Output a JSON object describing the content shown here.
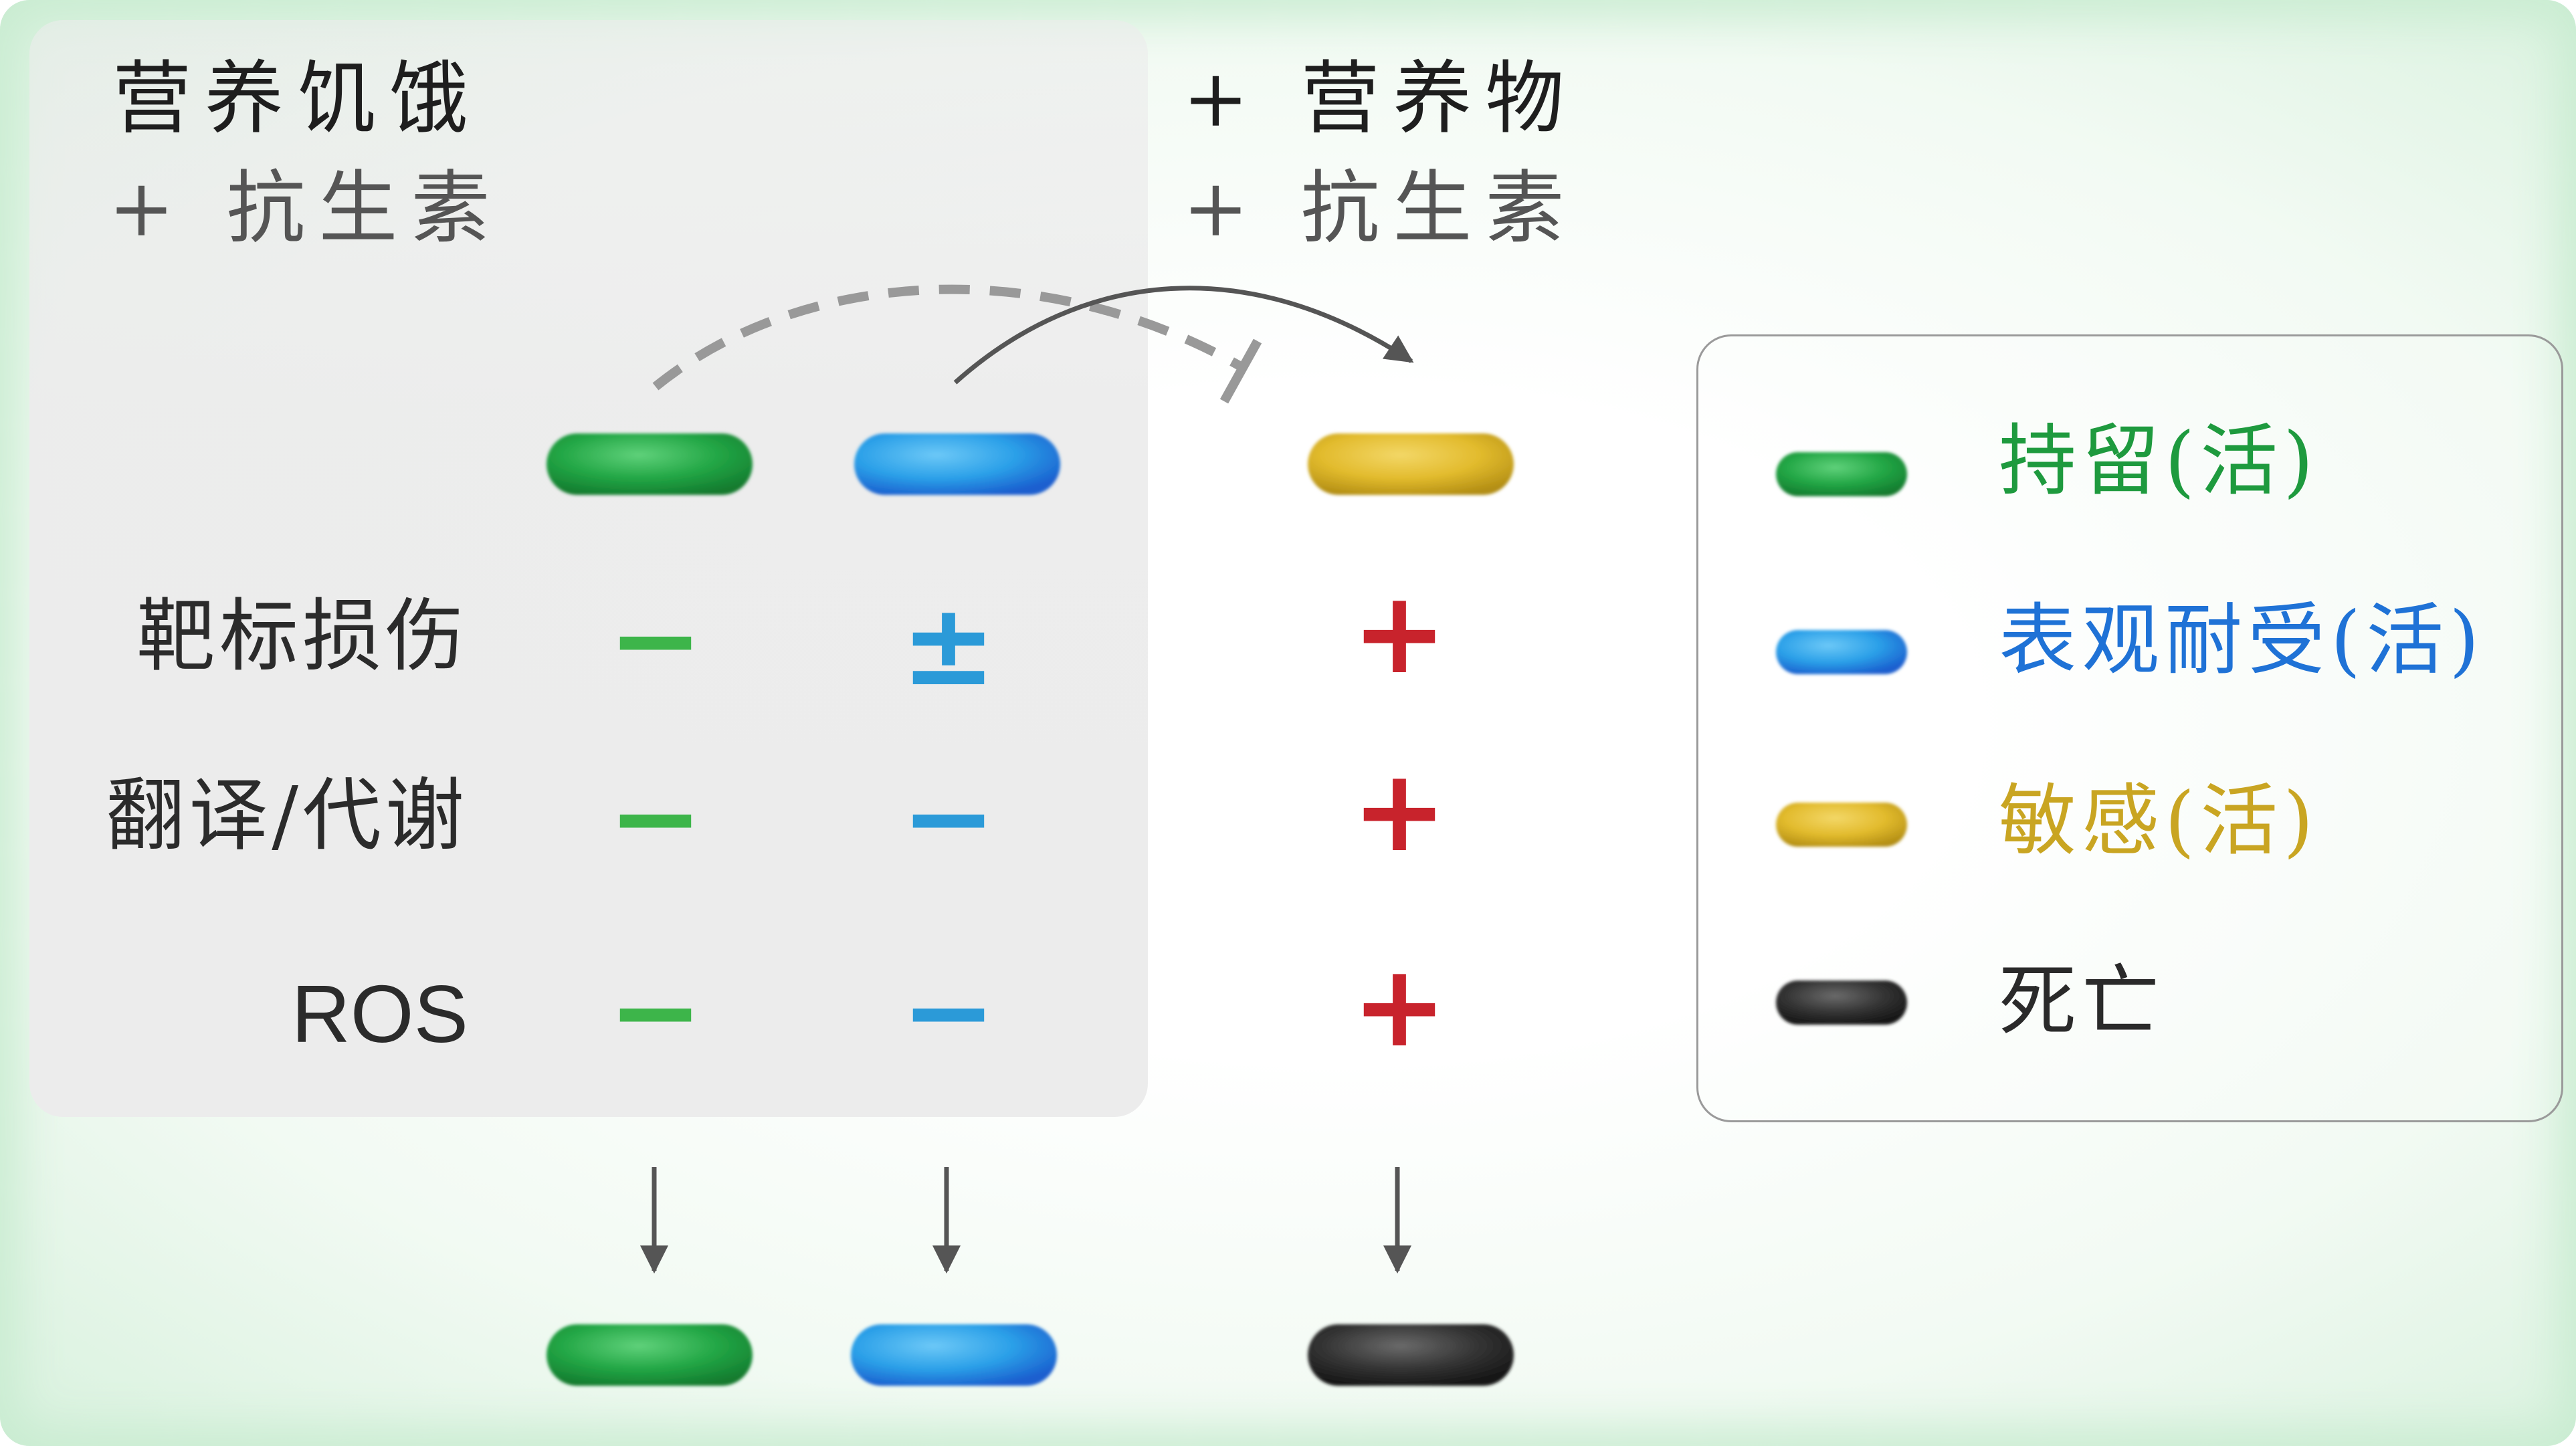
{
  "header": {
    "left_line1": "营养饥饿",
    "left_line2": "+ 抗生素",
    "right_line1": "+ 营养物",
    "right_line2": "+ 抗生素"
  },
  "rows": [
    {
      "label": "靶标损伤",
      "green": "−",
      "blue": "±",
      "yellow": "+"
    },
    {
      "label": "翻译/代谢",
      "green": "−",
      "blue": "−",
      "yellow": "+"
    },
    {
      "label": "ROS",
      "green": "−",
      "blue": "−",
      "yellow": "+"
    }
  ],
  "legend": [
    {
      "label": "持留(活)",
      "color": "#1e9a3e"
    },
    {
      "label": "表观耐受(活)",
      "color": "#1f72d6"
    },
    {
      "label": "敏感(活)",
      "color": "#c9a522"
    },
    {
      "label": "死亡",
      "color": "#2a2a2a"
    }
  ],
  "colors": {
    "persister": "#22a645",
    "tolerant": "#2ba0e8",
    "sensitive": "#e2bb2d",
    "dead": "#2e2e2e",
    "sign_green": "#3db54a",
    "sign_blue": "#2b9ad8",
    "sign_red": "#c8232c",
    "arrow": "#555555"
  }
}
